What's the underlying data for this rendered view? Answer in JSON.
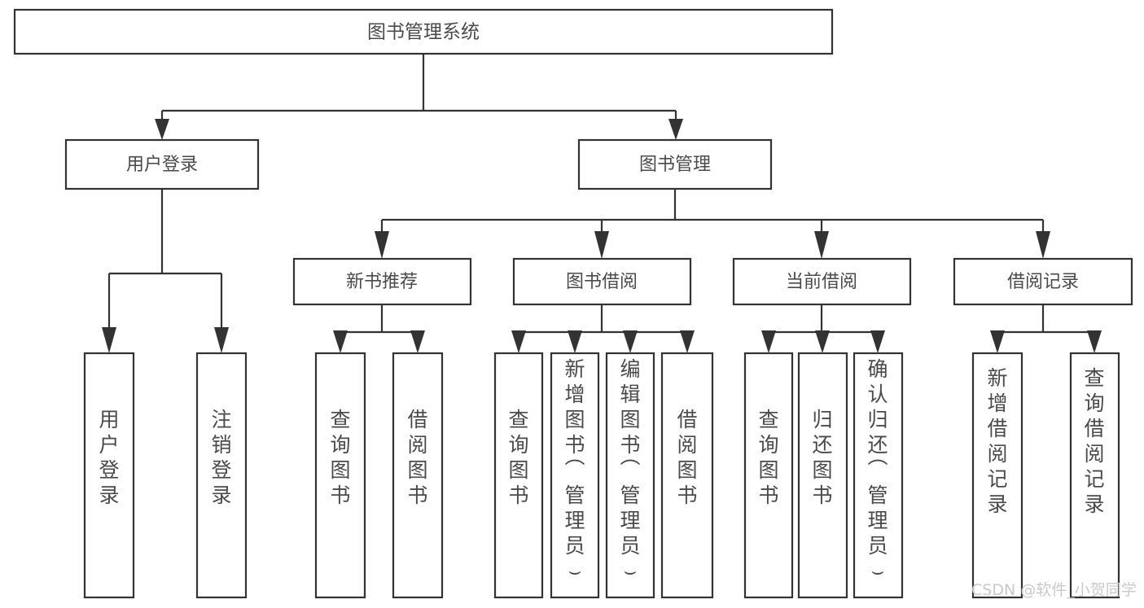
{
  "diagram": {
    "title": "图书管理系统",
    "type": "tree-hierarchy-chart",
    "orientation": "top-down",
    "colors": {
      "box_fill": "#ffffff",
      "box_stroke": "#333333",
      "label_text": "#4a4a4a",
      "connector": "#333333",
      "watermark": "#c9c9c9",
      "background": "#ffffff"
    },
    "levels": [
      {
        "index": 0,
        "name": "root"
      },
      {
        "index": 1,
        "name": "modules"
      },
      {
        "index": 2,
        "name": "submodules"
      },
      {
        "index": 3,
        "name": "operations"
      }
    ]
  },
  "nodes": {
    "root": {
      "label": "图书管理系统",
      "orientation": "horizontal"
    },
    "level2": [
      {
        "id": "user-login",
        "label": "用户登录",
        "orientation": "horizontal"
      },
      {
        "id": "book-manage",
        "label": "图书管理",
        "orientation": "horizontal"
      }
    ],
    "level3": [
      {
        "id": "new-book-recommend",
        "label": "新书推荐",
        "orientation": "horizontal",
        "parent": "book-manage"
      },
      {
        "id": "book-borrow",
        "label": "图书借阅",
        "orientation": "horizontal",
        "parent": "book-manage"
      },
      {
        "id": "current-borrow",
        "label": "当前借阅",
        "orientation": "horizontal",
        "parent": "book-manage"
      },
      {
        "id": "borrow-record",
        "label": "借阅记录",
        "orientation": "horizontal",
        "parent": "book-manage"
      }
    ],
    "leaves": {
      "user-login": [
        {
          "id": "leaf-user-login",
          "label": "用户登录",
          "orientation": "vertical"
        },
        {
          "id": "leaf-logout-login",
          "label": "注销登录",
          "orientation": "vertical"
        }
      ],
      "new-book-recommend": [
        {
          "id": "leaf-query-book-1",
          "label": "查询图书",
          "orientation": "vertical"
        },
        {
          "id": "leaf-borrow-book-1",
          "label": "借阅图书",
          "orientation": "vertical"
        }
      ],
      "book-borrow": [
        {
          "id": "leaf-query-book-2",
          "label": "查询图书",
          "orientation": "vertical"
        },
        {
          "id": "leaf-add-book",
          "label": "新增图书（管理员）",
          "orientation": "vertical"
        },
        {
          "id": "leaf-edit-book",
          "label": "编辑图书（管理员）",
          "orientation": "vertical"
        },
        {
          "id": "leaf-borrow-book-2",
          "label": "借阅图书",
          "orientation": "vertical"
        }
      ],
      "current-borrow": [
        {
          "id": "leaf-query-book-3",
          "label": "查询图书",
          "orientation": "vertical"
        },
        {
          "id": "leaf-return-book",
          "label": "归还图书",
          "orientation": "vertical"
        },
        {
          "id": "leaf-confirm-return",
          "label": "确认归还（管理员）",
          "orientation": "vertical"
        }
      ],
      "borrow-record": [
        {
          "id": "leaf-add-record",
          "label": "新增借阅记录",
          "orientation": "vertical"
        },
        {
          "id": "leaf-query-record",
          "label": "查询借阅记录",
          "orientation": "vertical"
        }
      ]
    }
  },
  "watermark": {
    "text": "CSDN @软件_小贺同学"
  }
}
